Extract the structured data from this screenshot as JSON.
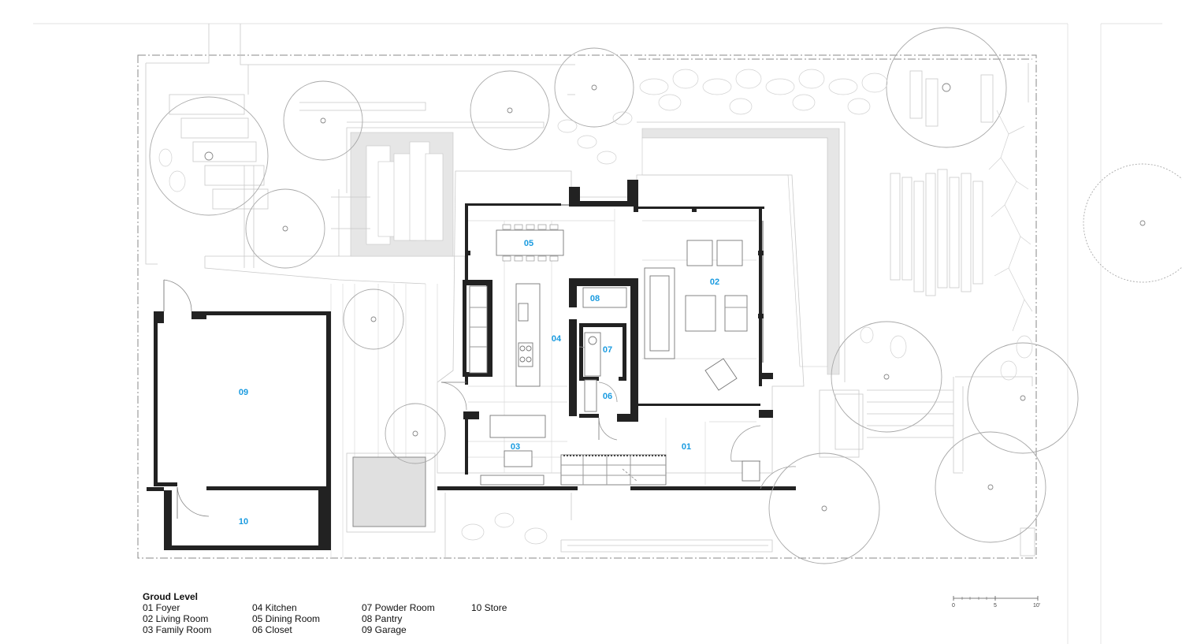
{
  "legend": {
    "title": "Groud Level",
    "columns": [
      [
        "01 Foyer",
        "02 Living Room",
        "03 Family Room"
      ],
      [
        "04 Kitchen",
        "05 Dining Room",
        "06 Closet"
      ],
      [
        "07 Powder Room",
        "08 Pantry",
        "09 Garage"
      ],
      [
        "10 Store"
      ]
    ]
  },
  "room_labels": [
    "01",
    "02",
    "03",
    "04",
    "05",
    "06",
    "07",
    "08",
    "09",
    "10"
  ],
  "scale_bar": {
    "ticks": [
      "0",
      "5",
      "10'"
    ]
  },
  "colors": {
    "room_label": "#1a9be0",
    "wall": "#222222",
    "line": "#c9c9c9"
  }
}
